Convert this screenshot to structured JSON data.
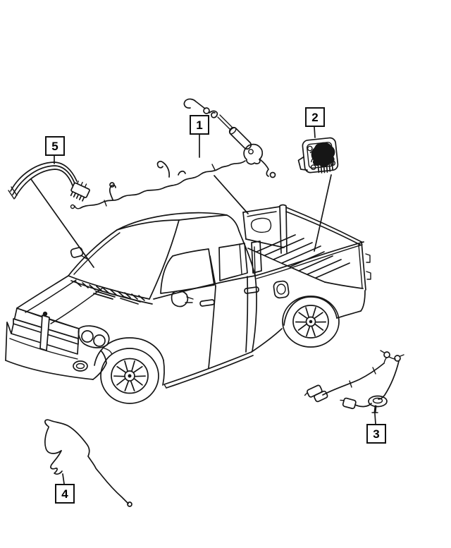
{
  "meta": {
    "diagram_kind": "vehicle wiring parts diagram",
    "background_color": "#ffffff",
    "line_color": "#161616"
  },
  "callouts": [
    {
      "label": "1"
    },
    {
      "label": "2"
    },
    {
      "label": "3"
    },
    {
      "label": "4"
    },
    {
      "label": "5"
    }
  ]
}
